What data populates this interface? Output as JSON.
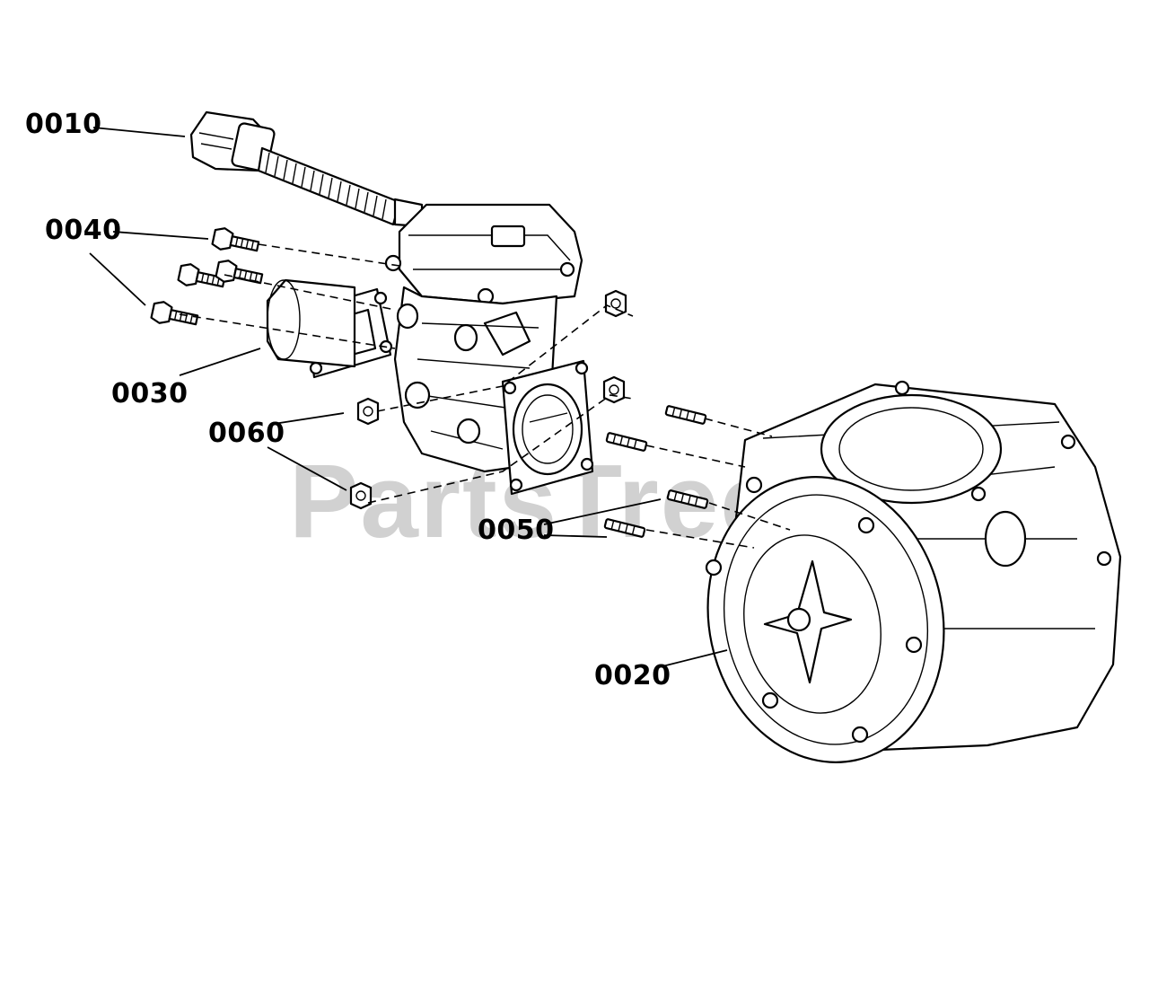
{
  "watermark": {
    "text": "PartsTree",
    "trademark": "™"
  },
  "callouts": {
    "p0010": "0010",
    "p0020": "0020",
    "p0030": "0030",
    "p0040": "0040",
    "p0050": "0050",
    "p0060": "0060"
  },
  "colors": {
    "ink": "#000000",
    "watermark": "#c9c9c9",
    "background": "#ffffff"
  }
}
